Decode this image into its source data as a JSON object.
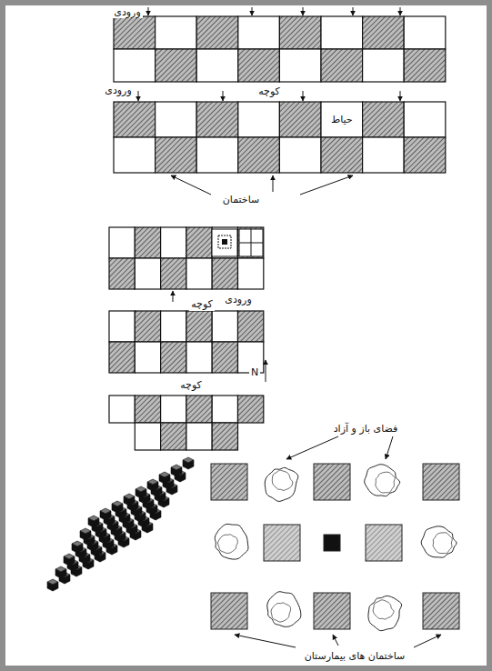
{
  "diagram": {
    "nodes": [
      {
        "text": [
          "حیاط"
        ]
      }
    ],
    "labels": [
      "ورودی",
      "ورودی",
      "کوچه",
      "ساختمان",
      "کوچه",
      "ورودی",
      "کوچه",
      "N",
      "فضای باز و آزاد",
      "ساختمان های بیمارستان"
    ]
  }
}
